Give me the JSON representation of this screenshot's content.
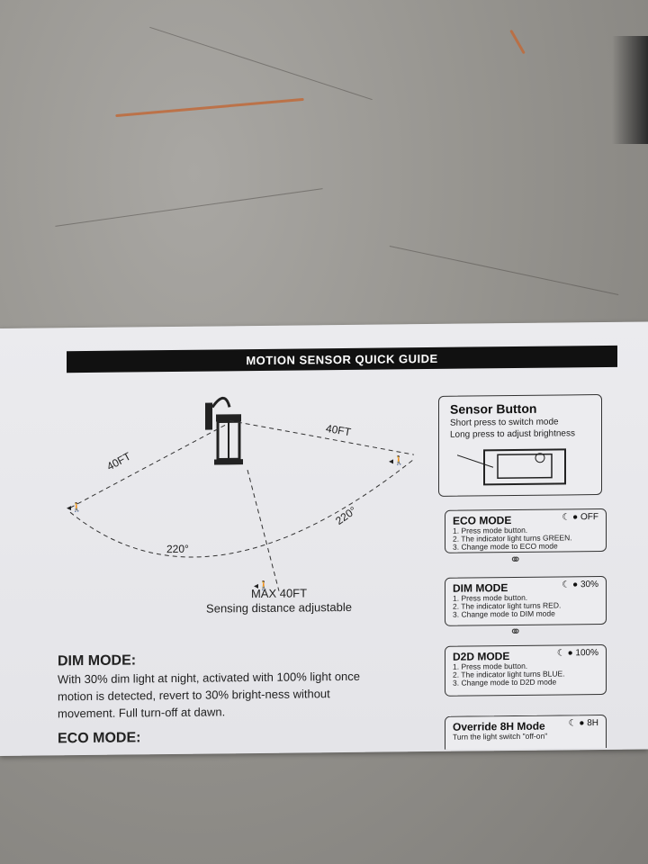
{
  "header": {
    "title": "MOTION SENSOR QUICK GUIDE"
  },
  "diagram": {
    "left_distance": "40FT",
    "right_distance": "40FT",
    "angle_bottom": "220°",
    "angle_right": "220°",
    "max_distance": "MAX 40FT",
    "adjustable_note": "Sensing distance adjustable"
  },
  "dim_mode_section": {
    "title": "DIM MODE:",
    "body": "With 30% dim light at night, activated with 100% light once motion is detected, revert to 30% bright-ness without movement. Full turn-off at dawn."
  },
  "eco_mode_section": {
    "title": "ECO MODE:"
  },
  "sensor_button": {
    "title": "Sensor Button",
    "line1": "Short press to switch mode",
    "line2": "Long press to adjust brightness"
  },
  "modes": [
    {
      "title": "ECO MODE",
      "status": "OFF",
      "steps": [
        "1. Press mode button.",
        "2. The indicator light turns GREEN.",
        "3. Change mode to ECO mode"
      ]
    },
    {
      "title": "DIM MODE",
      "status": "30%",
      "steps": [
        "1. Press mode button.",
        "2. The indicator light turns RED.",
        "3. Change mode to DIM mode"
      ]
    },
    {
      "title": "D2D MODE",
      "status": "100%",
      "steps": [
        "1. Press mode button.",
        "2. The indicator light turns BLUE.",
        "3. Change mode to D2D mode"
      ]
    },
    {
      "title": "Override 8H Mode",
      "status": "8H",
      "steps": [
        "Turn the light switch \"off-on\""
      ]
    }
  ]
}
